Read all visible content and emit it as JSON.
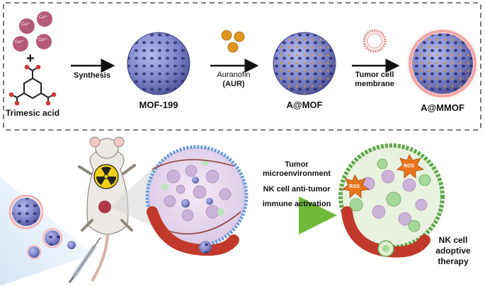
{
  "top_panel": {
    "ions": [
      "Cu²⁺",
      "Cu²⁺",
      "Cu²⁺",
      "Cu²⁺"
    ],
    "plus": "+",
    "linker_label": "Trimesic acid",
    "step1_label": "Synthesis",
    "mof_label": "MOF-199",
    "step2_label_line1": "Auranofin",
    "step2_label_line2": "(AUR)",
    "amof_label": "A@MOF",
    "step3_label_line1": "Tumor cell",
    "step3_label_line2": "membrane",
    "ammof_label": "A@MMOF"
  },
  "bottom_panel": {
    "tme_line1": "Tumor",
    "tme_line2": "microenvironment",
    "nk_line": "NK cell anti-tumor",
    "immune_line": "immune activation",
    "ros1": "ROS",
    "ros2": "ROS",
    "therapy_line1": "NK cell",
    "therapy_line2": "adoptive",
    "therapy_line3": "therapy"
  },
  "colors": {
    "copper_ion": "#b55a78",
    "mof_body": "#7f84c8",
    "mof_pore": "#2e2f6e",
    "auranofin": "#e0961e",
    "membrane": "#f3b4b4",
    "vessel": "#c0392b",
    "ros": "#e8741c",
    "arrow_green": "#7fc242"
  }
}
